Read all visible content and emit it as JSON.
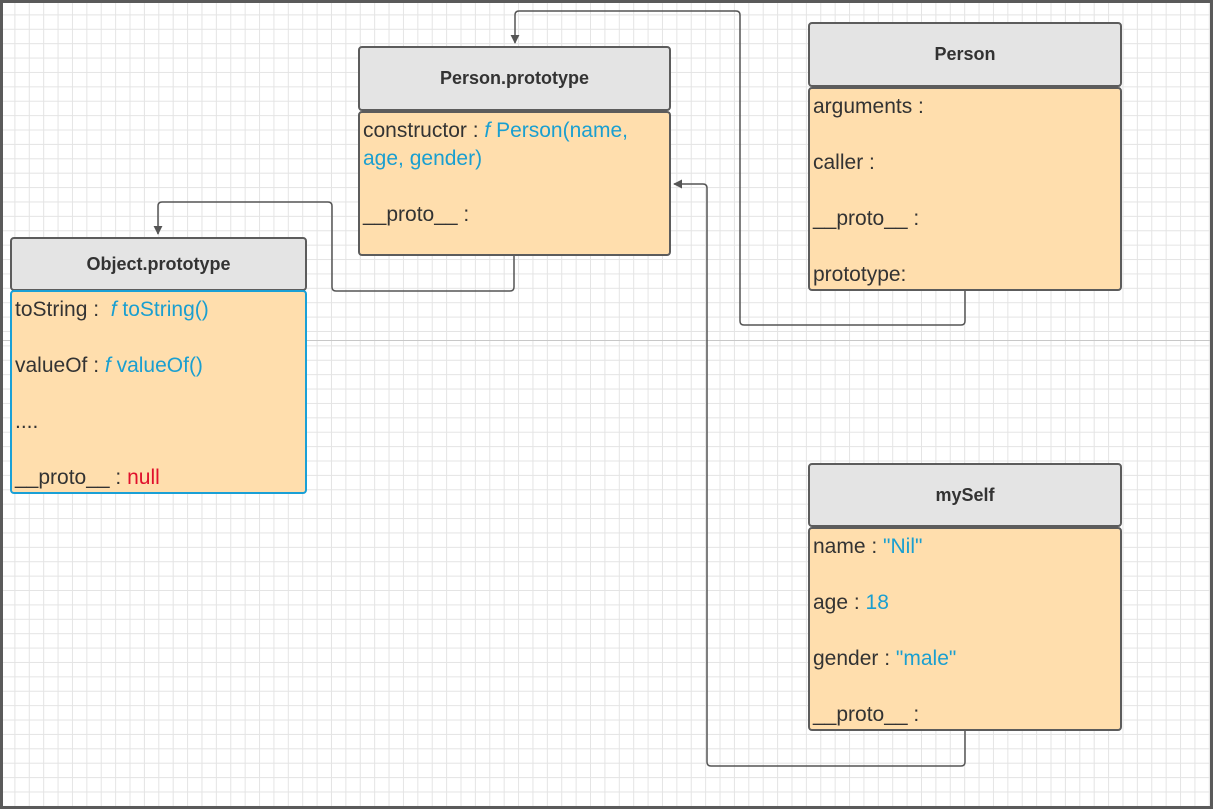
{
  "colors": {
    "header_fill": "#e4e4e4",
    "body_fill": "#ffdead",
    "border": "#5c5c5c",
    "value_blue": "#1a9fd0",
    "null_red": "#e0102c",
    "selection_blue": "#1aa0d6"
  },
  "nodes": {
    "person_prototype": {
      "title": "Person.prototype",
      "constructor_key": "constructor : ",
      "constructor_f": "f",
      "constructor_val": " Person(name, age, gender)",
      "proto_key": "__proto__ :"
    },
    "person": {
      "title": "Person",
      "arguments_key": "arguments :",
      "caller_key": "caller :",
      "proto_key": "__proto__ :",
      "prototype_key": "prototype:"
    },
    "object_prototype": {
      "title": "Object.prototype",
      "tostring_key": "toString :  ",
      "tostring_f": "f",
      "tostring_val": " toString()",
      "valueof_key": "valueOf : ",
      "valueof_f": "f",
      "valueof_val": " valueOf()",
      "ellipsis": "....",
      "proto_key": "__proto__ : ",
      "proto_val": "null"
    },
    "myself": {
      "title": "mySelf",
      "name_key": "name : ",
      "name_val": "\"Nil\"",
      "age_key": "age : ",
      "age_val": "18",
      "gender_key": "gender : ",
      "gender_val": "\"male\"",
      "proto_key": "__proto__ :"
    }
  }
}
